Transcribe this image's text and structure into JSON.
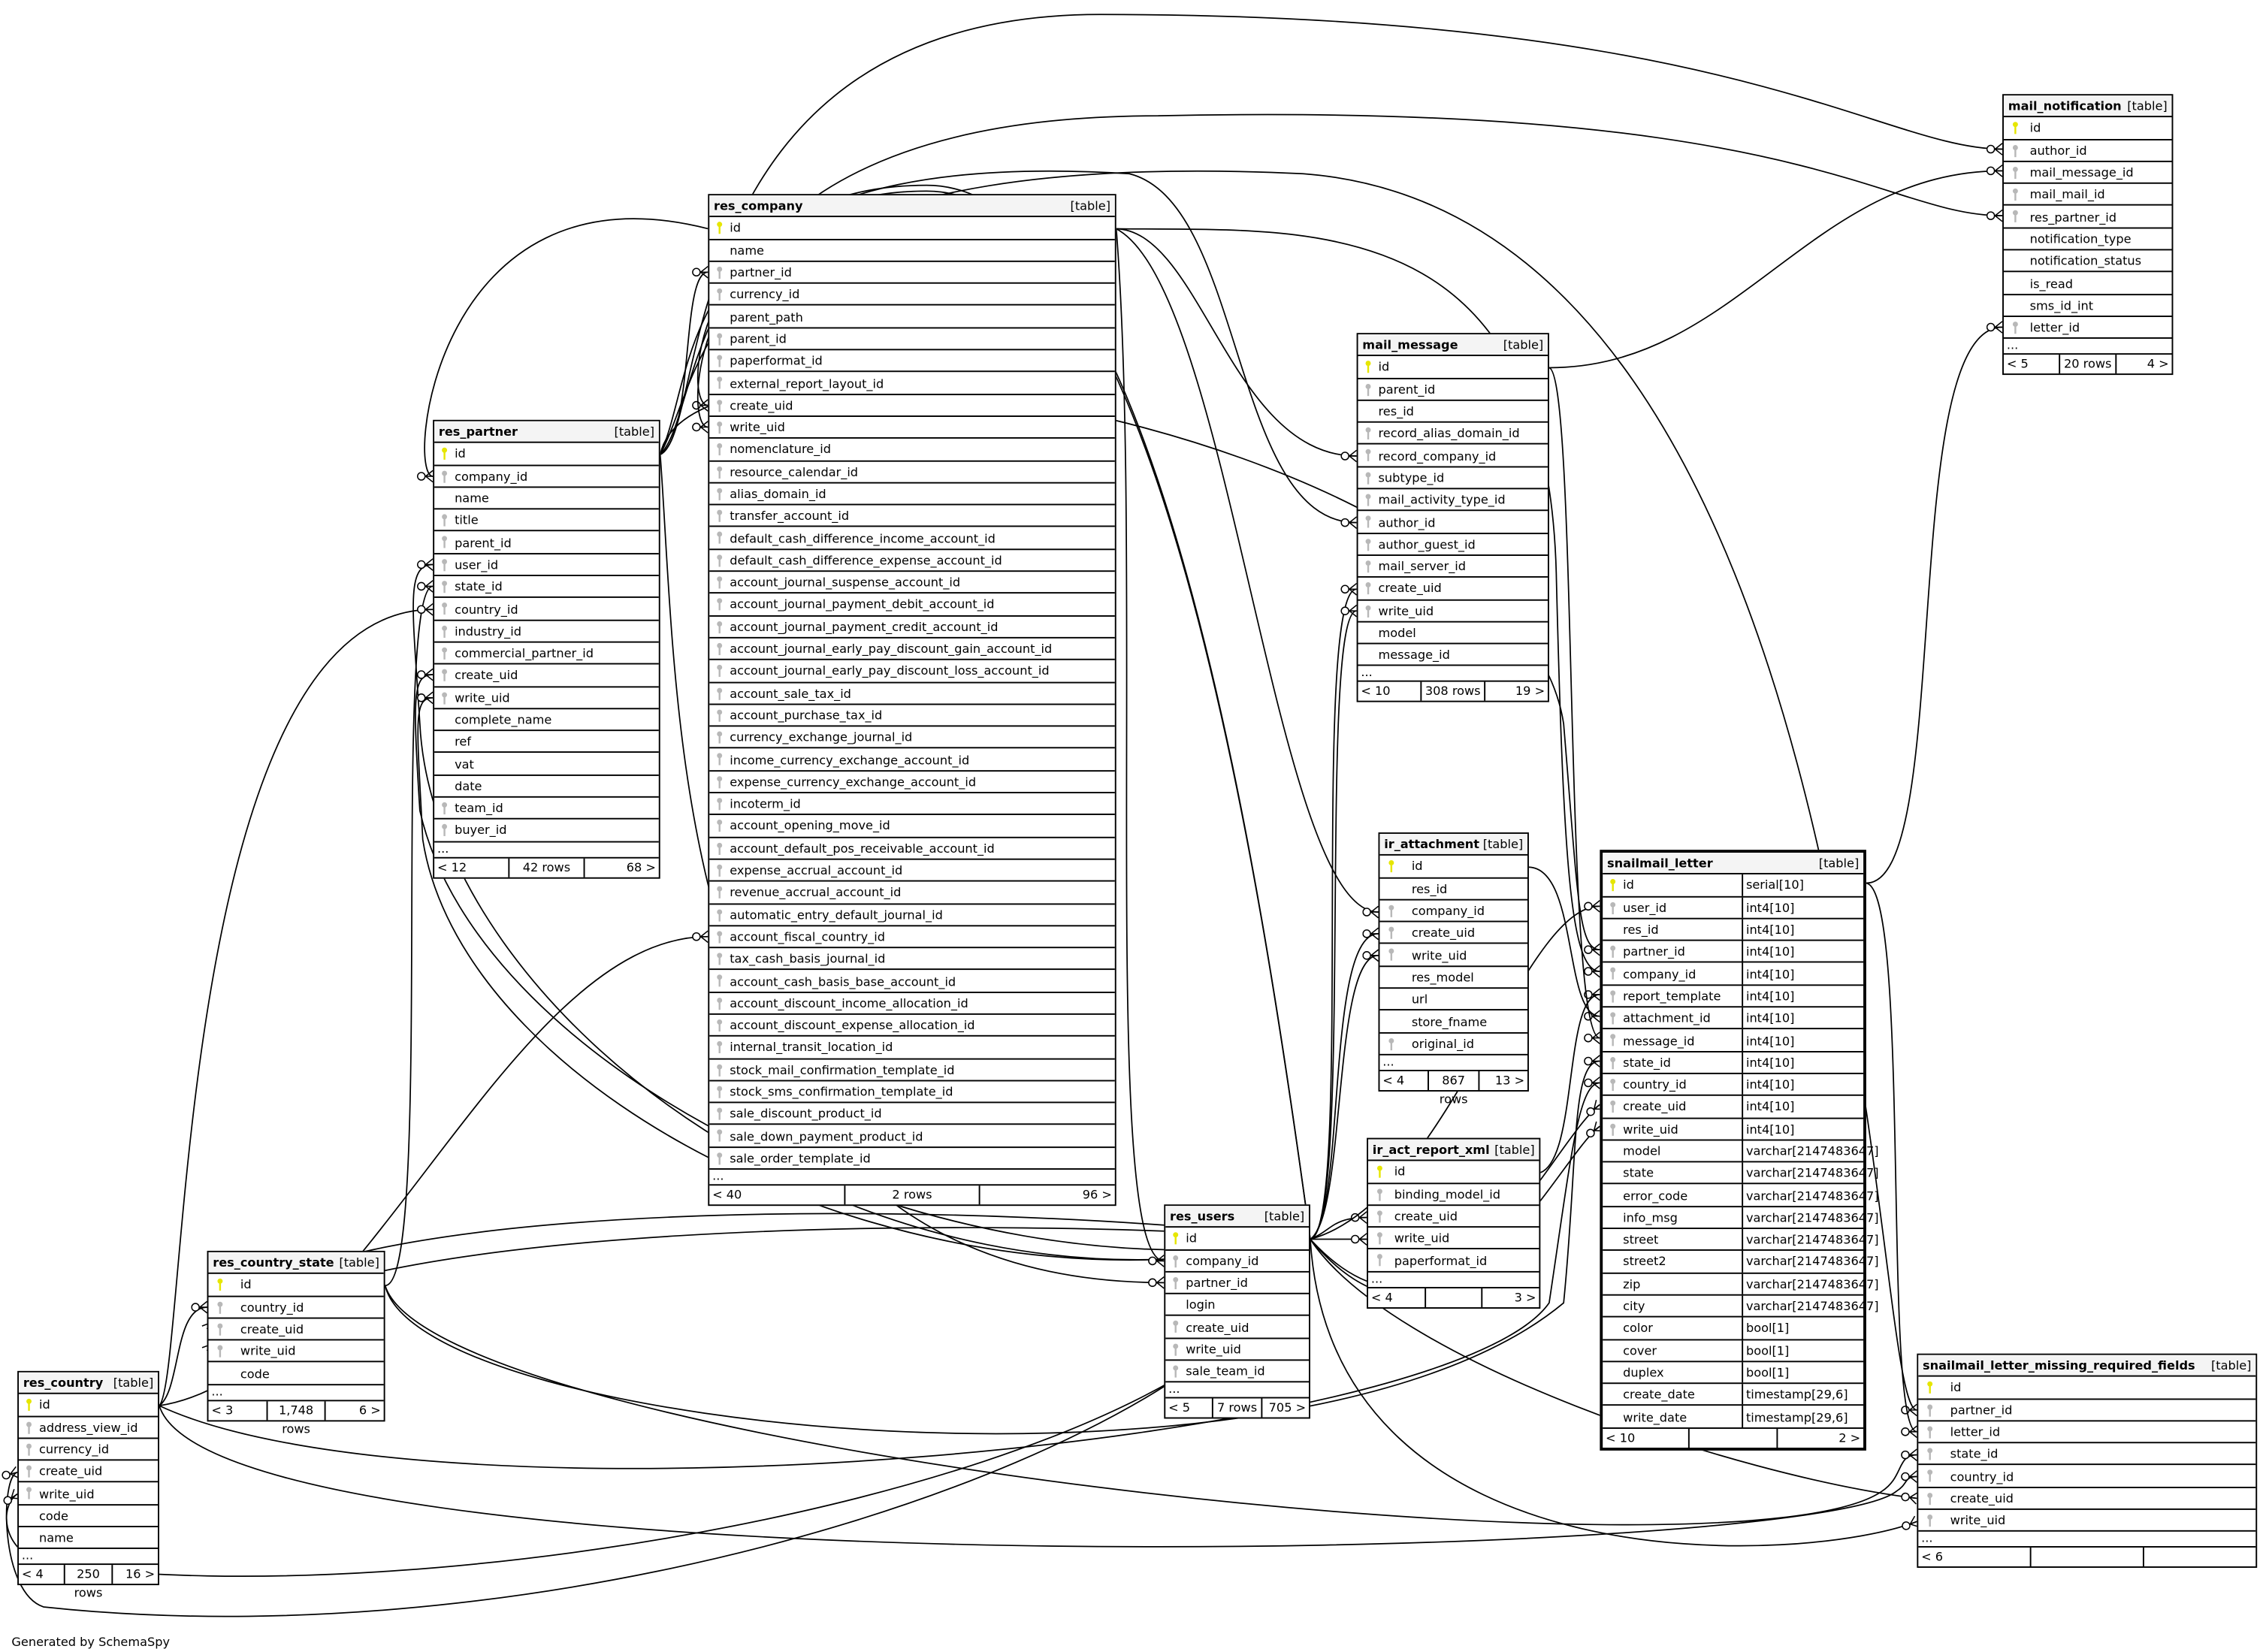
{
  "footer_text": "Generated by SchemaSpy",
  "colors": {
    "pk_key": "#e6e600",
    "fk_key": "#b8b8b8",
    "header_bg": "#f4f4f4"
  },
  "tables": [
    {
      "name": "mail_notification",
      "label": "[table]",
      "columns": [
        {
          "name": "id",
          "key": "pk"
        },
        {
          "name": "author_id",
          "key": "fk"
        },
        {
          "name": "mail_message_id",
          "key": "fk"
        },
        {
          "name": "mail_mail_id",
          "key": "fk"
        },
        {
          "name": "res_partner_id",
          "key": "fk"
        },
        {
          "name": "notification_type",
          "key": ""
        },
        {
          "name": "notification_status",
          "key": ""
        },
        {
          "name": "is_read",
          "key": ""
        },
        {
          "name": "sms_id_int",
          "key": ""
        },
        {
          "name": "letter_id",
          "key": "fk"
        }
      ],
      "ellipsis": "...",
      "footer": {
        "left": "< 5",
        "rows": "20 rows",
        "right": "4 >"
      }
    },
    {
      "name": "res_company",
      "label": "[table]",
      "columns": [
        {
          "name": "id",
          "key": "pk"
        },
        {
          "name": "name",
          "key": ""
        },
        {
          "name": "partner_id",
          "key": "fk"
        },
        {
          "name": "currency_id",
          "key": "fk"
        },
        {
          "name": "parent_path",
          "key": ""
        },
        {
          "name": "parent_id",
          "key": "fk"
        },
        {
          "name": "paperformat_id",
          "key": "fk"
        },
        {
          "name": "external_report_layout_id",
          "key": "fk"
        },
        {
          "name": "create_uid",
          "key": "fk"
        },
        {
          "name": "write_uid",
          "key": "fk"
        },
        {
          "name": "nomenclature_id",
          "key": "fk"
        },
        {
          "name": "resource_calendar_id",
          "key": "fk"
        },
        {
          "name": "alias_domain_id",
          "key": "fk"
        },
        {
          "name": "transfer_account_id",
          "key": "fk"
        },
        {
          "name": "default_cash_difference_income_account_id",
          "key": "fk"
        },
        {
          "name": "default_cash_difference_expense_account_id",
          "key": "fk"
        },
        {
          "name": "account_journal_suspense_account_id",
          "key": "fk"
        },
        {
          "name": "account_journal_payment_debit_account_id",
          "key": "fk"
        },
        {
          "name": "account_journal_payment_credit_account_id",
          "key": "fk"
        },
        {
          "name": "account_journal_early_pay_discount_gain_account_id",
          "key": "fk"
        },
        {
          "name": "account_journal_early_pay_discount_loss_account_id",
          "key": "fk"
        },
        {
          "name": "account_sale_tax_id",
          "key": "fk"
        },
        {
          "name": "account_purchase_tax_id",
          "key": "fk"
        },
        {
          "name": "currency_exchange_journal_id",
          "key": "fk"
        },
        {
          "name": "income_currency_exchange_account_id",
          "key": "fk"
        },
        {
          "name": "expense_currency_exchange_account_id",
          "key": "fk"
        },
        {
          "name": "incoterm_id",
          "key": "fk"
        },
        {
          "name": "account_opening_move_id",
          "key": "fk"
        },
        {
          "name": "account_default_pos_receivable_account_id",
          "key": "fk"
        },
        {
          "name": "expense_accrual_account_id",
          "key": "fk"
        },
        {
          "name": "revenue_accrual_account_id",
          "key": "fk"
        },
        {
          "name": "automatic_entry_default_journal_id",
          "key": "fk"
        },
        {
          "name": "account_fiscal_country_id",
          "key": "fk"
        },
        {
          "name": "tax_cash_basis_journal_id",
          "key": "fk"
        },
        {
          "name": "account_cash_basis_base_account_id",
          "key": "fk"
        },
        {
          "name": "account_discount_income_allocation_id",
          "key": "fk"
        },
        {
          "name": "account_discount_expense_allocation_id",
          "key": "fk"
        },
        {
          "name": "internal_transit_location_id",
          "key": "fk"
        },
        {
          "name": "stock_mail_confirmation_template_id",
          "key": "fk"
        },
        {
          "name": "stock_sms_confirmation_template_id",
          "key": "fk"
        },
        {
          "name": "sale_discount_product_id",
          "key": "fk"
        },
        {
          "name": "sale_down_payment_product_id",
          "key": "fk"
        },
        {
          "name": "sale_order_template_id",
          "key": "fk"
        }
      ],
      "ellipsis": "...",
      "footer": {
        "left": "< 40",
        "rows": "2 rows",
        "right": "96 >"
      }
    },
    {
      "name": "res_partner",
      "label": "[table]",
      "columns": [
        {
          "name": "id",
          "key": "pk"
        },
        {
          "name": "company_id",
          "key": "fk"
        },
        {
          "name": "name",
          "key": ""
        },
        {
          "name": "title",
          "key": "fk"
        },
        {
          "name": "parent_id",
          "key": "fk"
        },
        {
          "name": "user_id",
          "key": "fk"
        },
        {
          "name": "state_id",
          "key": "fk"
        },
        {
          "name": "country_id",
          "key": "fk"
        },
        {
          "name": "industry_id",
          "key": "fk"
        },
        {
          "name": "commercial_partner_id",
          "key": "fk"
        },
        {
          "name": "create_uid",
          "key": "fk"
        },
        {
          "name": "write_uid",
          "key": "fk"
        },
        {
          "name": "complete_name",
          "key": ""
        },
        {
          "name": "ref",
          "key": ""
        },
        {
          "name": "vat",
          "key": ""
        },
        {
          "name": "date",
          "key": ""
        },
        {
          "name": "team_id",
          "key": "fk"
        },
        {
          "name": "buyer_id",
          "key": "fk"
        }
      ],
      "ellipsis": "...",
      "footer": {
        "left": "< 12",
        "rows": "42 rows",
        "right": "68 >"
      }
    },
    {
      "name": "mail_message",
      "label": "[table]",
      "columns": [
        {
          "name": "id",
          "key": "pk"
        },
        {
          "name": "parent_id",
          "key": "fk"
        },
        {
          "name": "res_id",
          "key": ""
        },
        {
          "name": "record_alias_domain_id",
          "key": "fk"
        },
        {
          "name": "record_company_id",
          "key": "fk"
        },
        {
          "name": "subtype_id",
          "key": "fk"
        },
        {
          "name": "mail_activity_type_id",
          "key": "fk"
        },
        {
          "name": "author_id",
          "key": "fk"
        },
        {
          "name": "author_guest_id",
          "key": "fk"
        },
        {
          "name": "mail_server_id",
          "key": "fk"
        },
        {
          "name": "create_uid",
          "key": "fk"
        },
        {
          "name": "write_uid",
          "key": "fk"
        },
        {
          "name": "model",
          "key": ""
        },
        {
          "name": "message_id",
          "key": ""
        }
      ],
      "ellipsis": "...",
      "footer": {
        "left": "< 10",
        "rows": "308 rows",
        "right": "19 >"
      }
    },
    {
      "name": "ir_attachment",
      "label": "[table]",
      "columns": [
        {
          "name": "id",
          "key": "pk"
        },
        {
          "name": "res_id",
          "key": ""
        },
        {
          "name": "company_id",
          "key": "fk"
        },
        {
          "name": "create_uid",
          "key": "fk"
        },
        {
          "name": "write_uid",
          "key": "fk"
        },
        {
          "name": "res_model",
          "key": ""
        },
        {
          "name": "url",
          "key": ""
        },
        {
          "name": "store_fname",
          "key": ""
        },
        {
          "name": "original_id",
          "key": "fk"
        }
      ],
      "ellipsis": "...",
      "footer": {
        "left": "< 4",
        "rows": "867 rows",
        "right": "13 >"
      }
    },
    {
      "name": "snailmail_letter",
      "label": "[table]",
      "columns": [
        {
          "name": "id",
          "key": "pk",
          "type": "serial[10]"
        },
        {
          "name": "user_id",
          "key": "fk",
          "type": "int4[10]"
        },
        {
          "name": "res_id",
          "key": "",
          "type": "int4[10]"
        },
        {
          "name": "partner_id",
          "key": "fk",
          "type": "int4[10]"
        },
        {
          "name": "company_id",
          "key": "fk",
          "type": "int4[10]"
        },
        {
          "name": "report_template",
          "key": "fk",
          "type": "int4[10]"
        },
        {
          "name": "attachment_id",
          "key": "fk",
          "type": "int4[10]"
        },
        {
          "name": "message_id",
          "key": "fk",
          "type": "int4[10]"
        },
        {
          "name": "state_id",
          "key": "fk",
          "type": "int4[10]"
        },
        {
          "name": "country_id",
          "key": "fk",
          "type": "int4[10]"
        },
        {
          "name": "create_uid",
          "key": "fk",
          "type": "int4[10]"
        },
        {
          "name": "write_uid",
          "key": "fk",
          "type": "int4[10]"
        },
        {
          "name": "model",
          "key": "",
          "type": "varchar[2147483647]"
        },
        {
          "name": "state",
          "key": "",
          "type": "varchar[2147483647]"
        },
        {
          "name": "error_code",
          "key": "",
          "type": "varchar[2147483647]"
        },
        {
          "name": "info_msg",
          "key": "",
          "type": "varchar[2147483647]"
        },
        {
          "name": "street",
          "key": "",
          "type": "varchar[2147483647]"
        },
        {
          "name": "street2",
          "key": "",
          "type": "varchar[2147483647]"
        },
        {
          "name": "zip",
          "key": "",
          "type": "varchar[2147483647]"
        },
        {
          "name": "city",
          "key": "",
          "type": "varchar[2147483647]"
        },
        {
          "name": "color",
          "key": "",
          "type": "bool[1]"
        },
        {
          "name": "cover",
          "key": "",
          "type": "bool[1]"
        },
        {
          "name": "duplex",
          "key": "",
          "type": "bool[1]"
        },
        {
          "name": "create_date",
          "key": "",
          "type": "timestamp[29,6]"
        },
        {
          "name": "write_date",
          "key": "",
          "type": "timestamp[29,6]"
        }
      ],
      "ellipsis": null,
      "footer": {
        "left": "< 10",
        "rows": "",
        "right": "2 >"
      }
    },
    {
      "name": "ir_act_report_xml",
      "label": "[table]",
      "columns": [
        {
          "name": "id",
          "key": "pk"
        },
        {
          "name": "binding_model_id",
          "key": "fk"
        },
        {
          "name": "create_uid",
          "key": "fk"
        },
        {
          "name": "write_uid",
          "key": "fk"
        },
        {
          "name": "paperformat_id",
          "key": "fk"
        }
      ],
      "ellipsis": "...",
      "footer": {
        "left": "< 4",
        "rows": "",
        "right": "3 >"
      }
    },
    {
      "name": "res_users",
      "label": "[table]",
      "columns": [
        {
          "name": "id",
          "key": "pk"
        },
        {
          "name": "company_id",
          "key": "fk"
        },
        {
          "name": "partner_id",
          "key": "fk"
        },
        {
          "name": "login",
          "key": ""
        },
        {
          "name": "create_uid",
          "key": "fk"
        },
        {
          "name": "write_uid",
          "key": "fk"
        },
        {
          "name": "sale_team_id",
          "key": "fk"
        }
      ],
      "ellipsis": "...",
      "footer": {
        "left": "< 5",
        "rows": "7 rows",
        "right": "705 >"
      }
    },
    {
      "name": "res_country_state",
      "label": "[table]",
      "columns": [
        {
          "name": "id",
          "key": "pk"
        },
        {
          "name": "country_id",
          "key": "fk"
        },
        {
          "name": "create_uid",
          "key": "fk"
        },
        {
          "name": "write_uid",
          "key": "fk"
        },
        {
          "name": "code",
          "key": ""
        }
      ],
      "ellipsis": "...",
      "footer": {
        "left": "< 3",
        "rows": "1,748 rows",
        "right": "6 >"
      }
    },
    {
      "name": "res_country",
      "label": "[table]",
      "columns": [
        {
          "name": "id",
          "key": "pk"
        },
        {
          "name": "address_view_id",
          "key": "fk"
        },
        {
          "name": "currency_id",
          "key": "fk"
        },
        {
          "name": "create_uid",
          "key": "fk"
        },
        {
          "name": "write_uid",
          "key": "fk"
        },
        {
          "name": "code",
          "key": ""
        },
        {
          "name": "name",
          "key": ""
        }
      ],
      "ellipsis": "...",
      "footer": {
        "left": "< 4",
        "rows": "250 rows",
        "right": "16 >"
      }
    },
    {
      "name": "snailmail_letter_missing_required_fields",
      "label": "[table]",
      "columns": [
        {
          "name": "id",
          "key": "pk"
        },
        {
          "name": "partner_id",
          "key": "fk"
        },
        {
          "name": "letter_id",
          "key": "fk"
        },
        {
          "name": "state_id",
          "key": "fk"
        },
        {
          "name": "country_id",
          "key": "fk"
        },
        {
          "name": "create_uid",
          "key": "fk"
        },
        {
          "name": "write_uid",
          "key": "fk"
        }
      ],
      "ellipsis": "...",
      "footer": {
        "left": "< 6",
        "rows": "",
        "right": ""
      }
    }
  ]
}
